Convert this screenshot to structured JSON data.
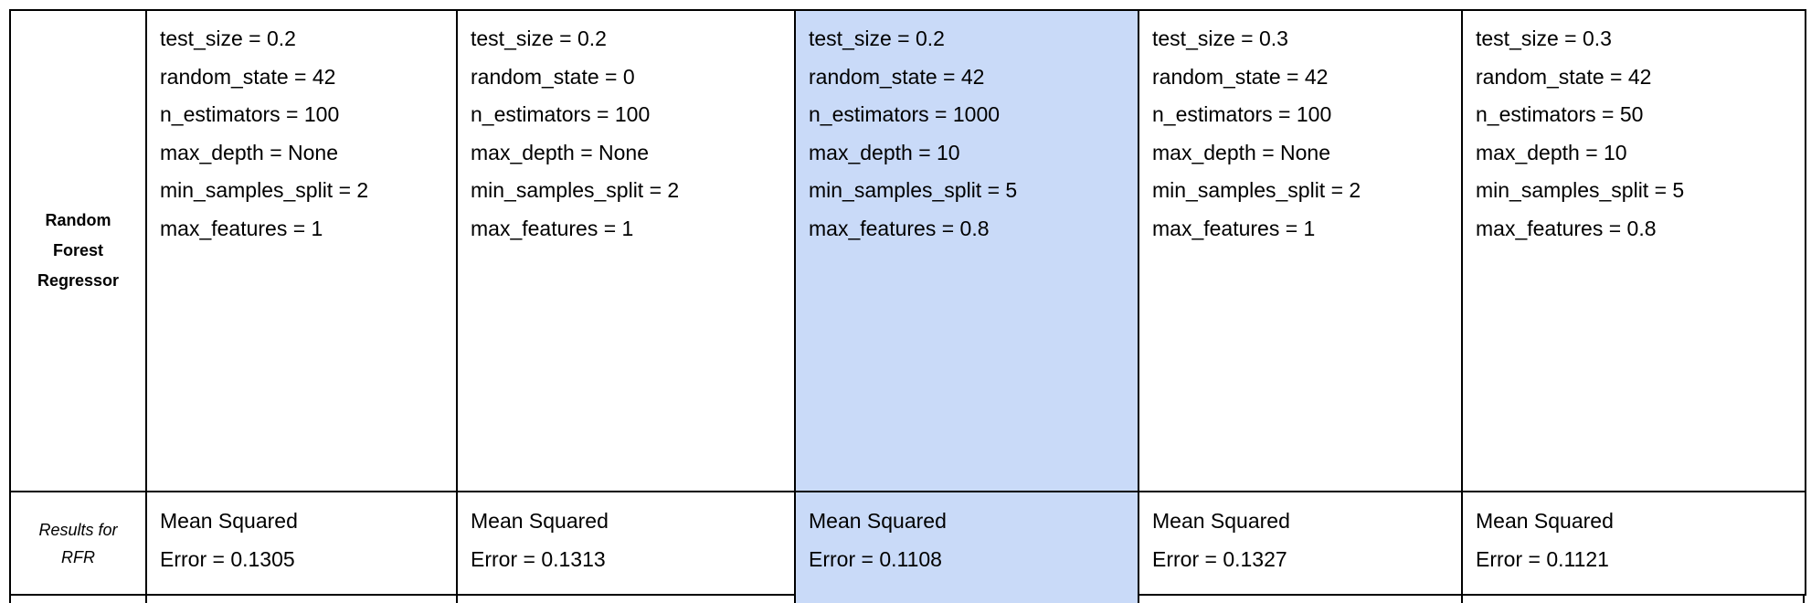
{
  "row_labels": {
    "model": [
      "Random",
      "Forest",
      "Regressor"
    ],
    "results": [
      "Results for",
      "RFR"
    ]
  },
  "columns": [
    {
      "params": [
        "test_size = 0.2",
        "random_state = 42",
        "n_estimators = 100",
        "max_depth = None",
        "min_samples_split = 2",
        "max_features = 1"
      ],
      "result": [
        "Mean Squared",
        "Error = 0.1305"
      ],
      "highlighted": false
    },
    {
      "params": [
        "test_size = 0.2",
        "random_state = 0",
        "n_estimators = 100",
        "max_depth = None",
        "min_samples_split = 2",
        "max_features = 1"
      ],
      "result": [
        "Mean Squared",
        "Error = 0.1313"
      ],
      "highlighted": false
    },
    {
      "params": [
        "test_size = 0.2",
        "random_state = 42",
        "n_estimators = 1000",
        "max_depth = 10",
        "min_samples_split = 5",
        "max_features = 0.8"
      ],
      "result": [
        "Mean Squared",
        "Error = 0.1108"
      ],
      "highlighted": true
    },
    {
      "params": [
        "test_size = 0.3",
        "random_state = 42",
        "n_estimators = 100",
        "max_depth = None",
        "min_samples_split = 2",
        "max_features = 1"
      ],
      "result": [
        "Mean Squared",
        "Error = 0.1327"
      ],
      "highlighted": false
    },
    {
      "params": [
        "test_size = 0.3",
        "random_state = 42",
        "n_estimators = 50",
        "max_depth = 10",
        "min_samples_split = 5",
        "max_features = 0.8"
      ],
      "result": [
        "Mean Squared",
        "Error = 0.1121"
      ],
      "highlighted": false
    }
  ],
  "colors": {
    "highlight": "#c9daf8",
    "border": "#000000"
  }
}
